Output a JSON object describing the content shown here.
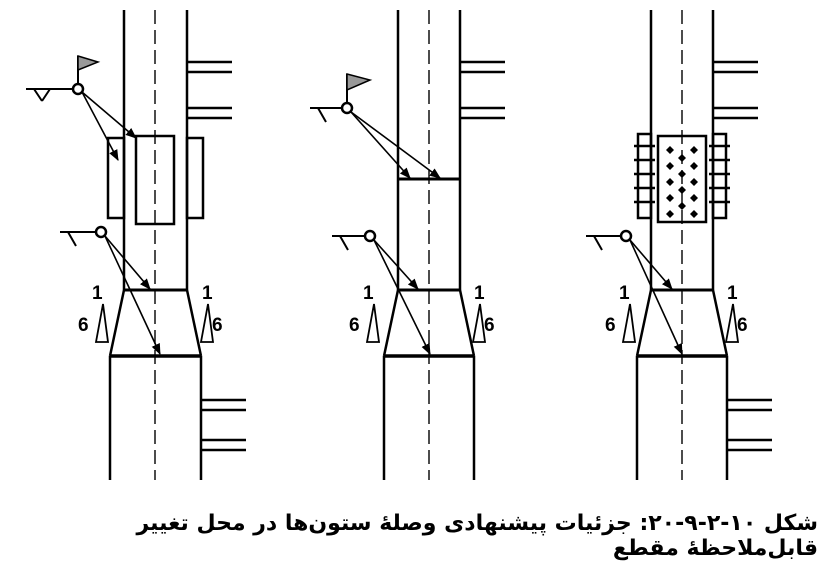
{
  "caption": "شکل ۱۰-۲-۹-۲۰: جزئیات پیشنهادی وصلهٔ ستون‌ها در محل تغییر قابل‌ملاحظهٔ مقطع",
  "slope": {
    "rise": "1",
    "run": "6"
  },
  "details": [
    {
      "id": "left",
      "splice": "cover-plates-welded"
    },
    {
      "id": "middle",
      "splice": "full-penetration-butt-weld"
    },
    {
      "id": "right",
      "splice": "bolted-splice-plates"
    }
  ]
}
